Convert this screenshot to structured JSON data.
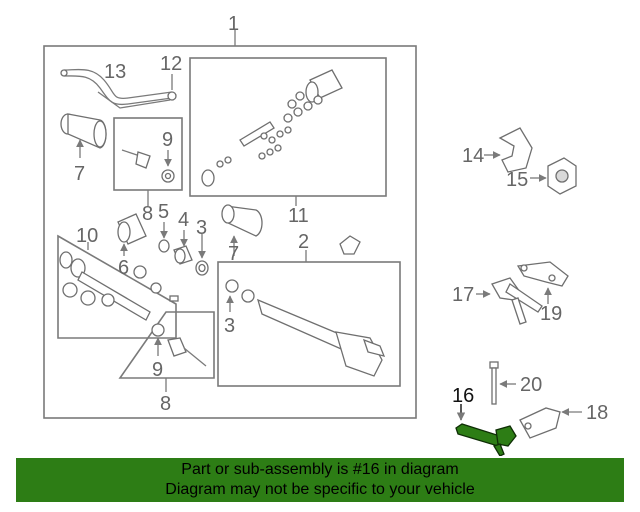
{
  "callouts": {
    "c1": "1",
    "c2": "2",
    "c3a": "3",
    "c3b": "3",
    "c4": "4",
    "c5": "5",
    "c6": "6",
    "c7a": "7",
    "c7b": "7",
    "c8a": "8",
    "c8b": "8",
    "c9a": "9",
    "c9b": "9",
    "c10": "10",
    "c11": "11",
    "c12": "12",
    "c13": "13",
    "c14": "14",
    "c15": "15",
    "c16": "16",
    "c17": "17",
    "c18": "18",
    "c19": "19",
    "c20": "20"
  },
  "highlight_part": "16",
  "colors": {
    "banner": "#2d7d15",
    "highlight": "#2d7d15",
    "lines": "#7a7a7a"
  },
  "banner": {
    "line1": "Part or sub-assembly is #16 in diagram",
    "line2": "Diagram may not be specific to your vehicle"
  }
}
